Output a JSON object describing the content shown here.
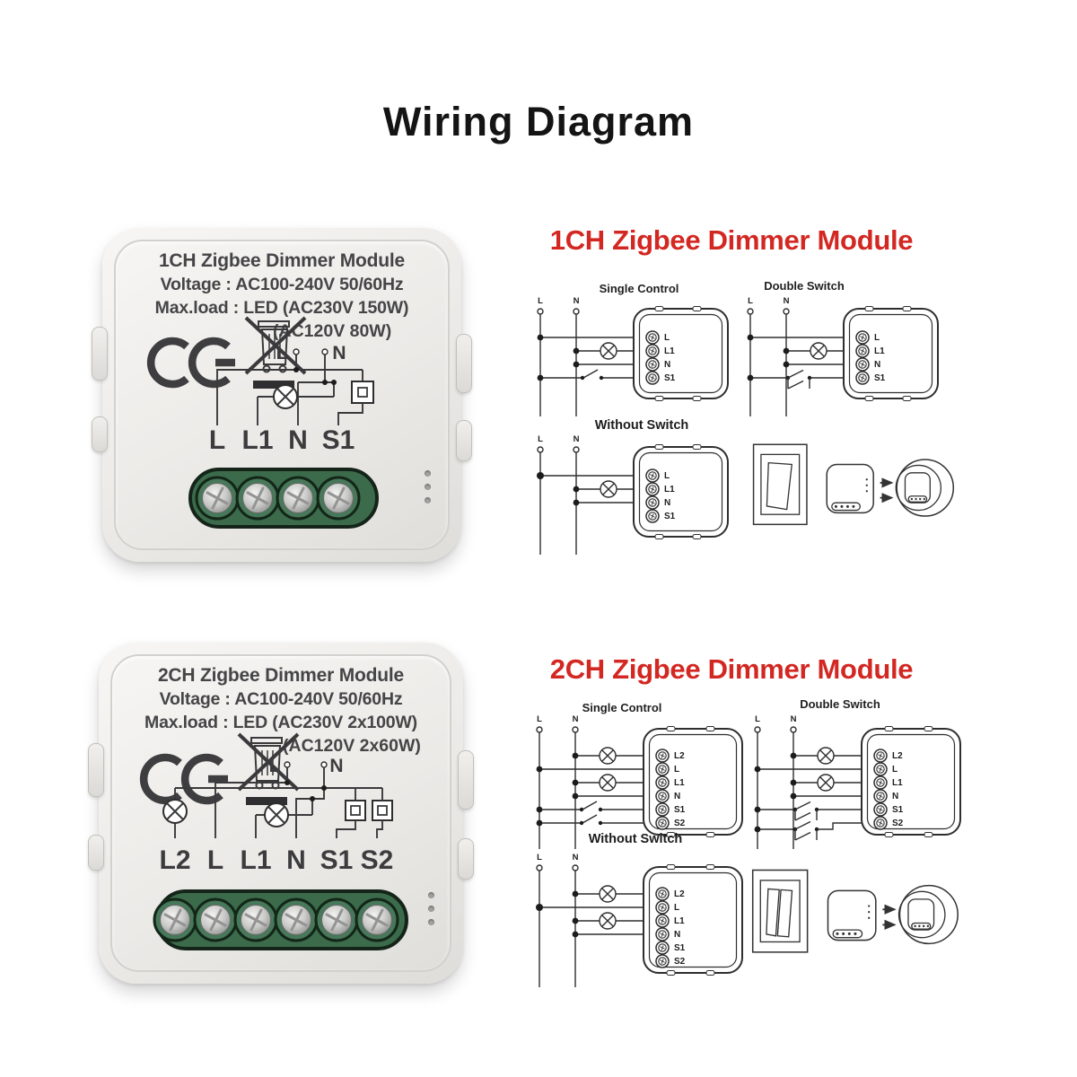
{
  "page": {
    "title": "Wiring Diagram"
  },
  "labels": {
    "supply_l": "L",
    "supply_n": "N"
  },
  "terminal_labels": {
    "L2": "L2",
    "L": "L",
    "L1": "L1",
    "N": "N",
    "S1": "S1",
    "S2": "S2"
  },
  "products": [
    {
      "title": "1CH Zigbee Dimmer Module",
      "voltage": "Voltage : AC100-240V 50/60Hz",
      "max_load": "Max.load : LED (AC230V 150W)",
      "max_load2": "(AC120V 80W)",
      "terminals": [
        "L",
        "L1",
        "N",
        "S1"
      ]
    },
    {
      "title": "2CH Zigbee Dimmer Module",
      "voltage": "Voltage : AC100-240V 50/60Hz",
      "max_load": "Max.load : LED (AC230V 2x100W)",
      "max_load2": "(AC120V 2x60W)",
      "terminals": [
        "L2",
        "L",
        "L1",
        "N",
        "S1",
        "S2"
      ]
    }
  ],
  "sections": [
    {
      "heading": "1CH Zigbee Dimmer Module",
      "single_control": "Single Control",
      "double_switch": "Double Switch",
      "without_switch": "Without Switch"
    },
    {
      "heading": "2CH Zigbee Dimmer Module",
      "single_control": "Single Control",
      "double_switch": "Double Switch",
      "without_switch": "Without Switch"
    }
  ],
  "icons": {
    "ce_mark": "ce-certification-mark",
    "weee": "crossed-out-wheeled-bin",
    "lamp": "lamp-circle-x",
    "switch": "switch-contact"
  },
  "colors": {
    "heading_red": "#d32722",
    "schematic_line": "#2e2e2e",
    "terminal_green": "#3c6b4c",
    "device_text": "#454548"
  }
}
